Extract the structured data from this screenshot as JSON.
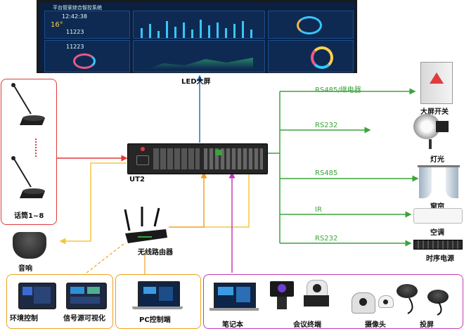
{
  "labels": {
    "led_screen": "LED大屏",
    "controller": "UT2",
    "mic": "话筒1~8",
    "speaker": "音响",
    "router": "无线路由器",
    "env_control": "环境控制",
    "signal_vis": "信号源可视化",
    "pc_control": "PC控制端",
    "notebook": "笔记本",
    "conference_terminal": "会议终端",
    "camera": "摄像头",
    "projection": "投屏",
    "screen_switch": "大屏开关",
    "light": "灯光",
    "curtain": "窗帘",
    "aircon": "空调",
    "sequencer": "时序电源"
  },
  "links": {
    "rs485_relay": "RS485/继电器",
    "rs232_a": "RS232",
    "rs485": "RS485",
    "ir": "IR",
    "rs232_b": "RS232"
  },
  "screen_text": {
    "title": "平台管家综合智控系统",
    "time": "12:42:38",
    "temp": "16°",
    "counter_a": "11223",
    "counter_b": "11223"
  },
  "colors": {
    "red": "#e03a3a",
    "orange": "#f0a020",
    "yellow": "#f5c542",
    "green": "#3aa43a",
    "blue": "#2a6fb5",
    "purple": "#c23ab4"
  }
}
